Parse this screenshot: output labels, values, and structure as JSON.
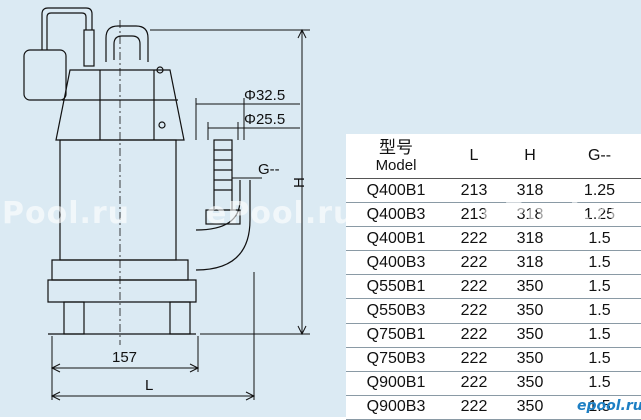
{
  "drawing": {
    "dimensions": {
      "phi_outer": "Φ32.5",
      "phi_inner": "Φ25.5",
      "thread": "G--",
      "height": "H",
      "base": "157",
      "length": "L"
    }
  },
  "table": {
    "headers": {
      "model_zh": "型号",
      "model_en": "Model",
      "l": "L",
      "h": "H",
      "g": "G--"
    },
    "rows": [
      {
        "model": "Q400B1",
        "l": "213",
        "h": "318",
        "g": "1.25"
      },
      {
        "model": "Q400B3",
        "l": "213",
        "h": "318",
        "g": "1.25"
      },
      {
        "model": "Q400B1",
        "l": "222",
        "h": "318",
        "g": "1.5"
      },
      {
        "model": "Q400B3",
        "l": "222",
        "h": "318",
        "g": "1.5"
      },
      {
        "model": "Q550B1",
        "l": "222",
        "h": "350",
        "g": "1.5"
      },
      {
        "model": "Q550B3",
        "l": "222",
        "h": "350",
        "g": "1.5"
      },
      {
        "model": "Q750B1",
        "l": "222",
        "h": "350",
        "g": "1.5"
      },
      {
        "model": "Q750B3",
        "l": "222",
        "h": "350",
        "g": "1.5"
      },
      {
        "model": "Q900B1",
        "l": "222",
        "h": "350",
        "g": "1.5"
      },
      {
        "model": "Q900B3",
        "l": "222",
        "h": "350",
        "g": "1.5"
      }
    ]
  },
  "watermarks": {
    "left": "Pool.ru",
    "middle": "ePool.ru",
    "right": "ePool.ru",
    "corner": "epool.ru"
  },
  "colors": {
    "background": "#dbeaf3",
    "line": "#111111",
    "table_bg": "#ffffff"
  }
}
